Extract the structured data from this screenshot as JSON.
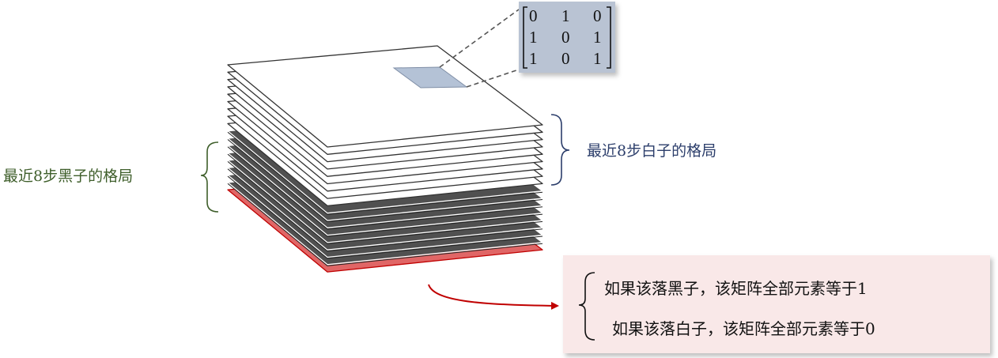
{
  "labels": {
    "black_history": "最近8步黑子的格局",
    "white_history": "最近8步白子的格局"
  },
  "matrix": {
    "rows": [
      [
        "0",
        "1",
        "0"
      ],
      [
        "1",
        "0",
        "1"
      ],
      [
        "1",
        "0",
        "1"
      ]
    ]
  },
  "rules": {
    "black_rule": "如果该落黑子，该矩阵全部元素等于1",
    "white_rule": "如果该落白子，该矩阵全部元素等于0"
  },
  "colors": {
    "white_plane": "#ffffff",
    "black_plane": "#505050",
    "color_plane": "#e06666",
    "plane_edge": "#333333",
    "highlight_patch": "#b4c2d6",
    "matrix_box": "#b9c3d3",
    "rule_box": "#f9e8e8",
    "arrow": "#c00000",
    "black_label": "#3e5e2a",
    "white_label": "#2c3e6b"
  },
  "stack": {
    "white_planes": 9,
    "black_planes": 8,
    "color_planes": 1
  }
}
